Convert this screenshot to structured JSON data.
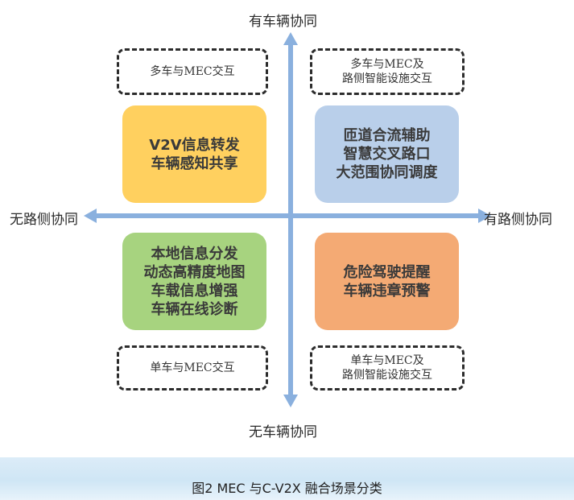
{
  "axes": {
    "top": "有车辆协同",
    "bottom": "无车辆协同",
    "left": "无路侧协同",
    "right": "有路侧协同"
  },
  "dashed_boxes": {
    "top_left": "多车与MEC交互",
    "top_right": "多车与MEC及\n路侧智能设施交互",
    "bottom_left": "单车与MEC交互",
    "bottom_right": "单车与MEC及\n路侧智能设施交互"
  },
  "quadrants": {
    "top_left": {
      "color": "#ffd05f",
      "lines": [
        "V2V信息转发",
        "车辆感知共享"
      ]
    },
    "top_right": {
      "color": "#b9cfea",
      "lines": [
        "匝道合流辅助",
        "智慧交叉路口",
        "大范围协同调度"
      ]
    },
    "bottom_left": {
      "color": "#a7d37f",
      "lines": [
        "本地信息分发",
        "动态高精度地图",
        "车载信息增强",
        "车辆在线诊断"
      ]
    },
    "bottom_right": {
      "color": "#f4aa74",
      "lines": [
        "危险驾驶提醒",
        "车辆违章预警"
      ]
    }
  },
  "caption": "图2 MEC 与C-V2X 融合场景分类",
  "colors": {
    "axis": "#8ab0de",
    "dashed_border": "#2c2c2c",
    "band": "#d6eaf7"
  }
}
